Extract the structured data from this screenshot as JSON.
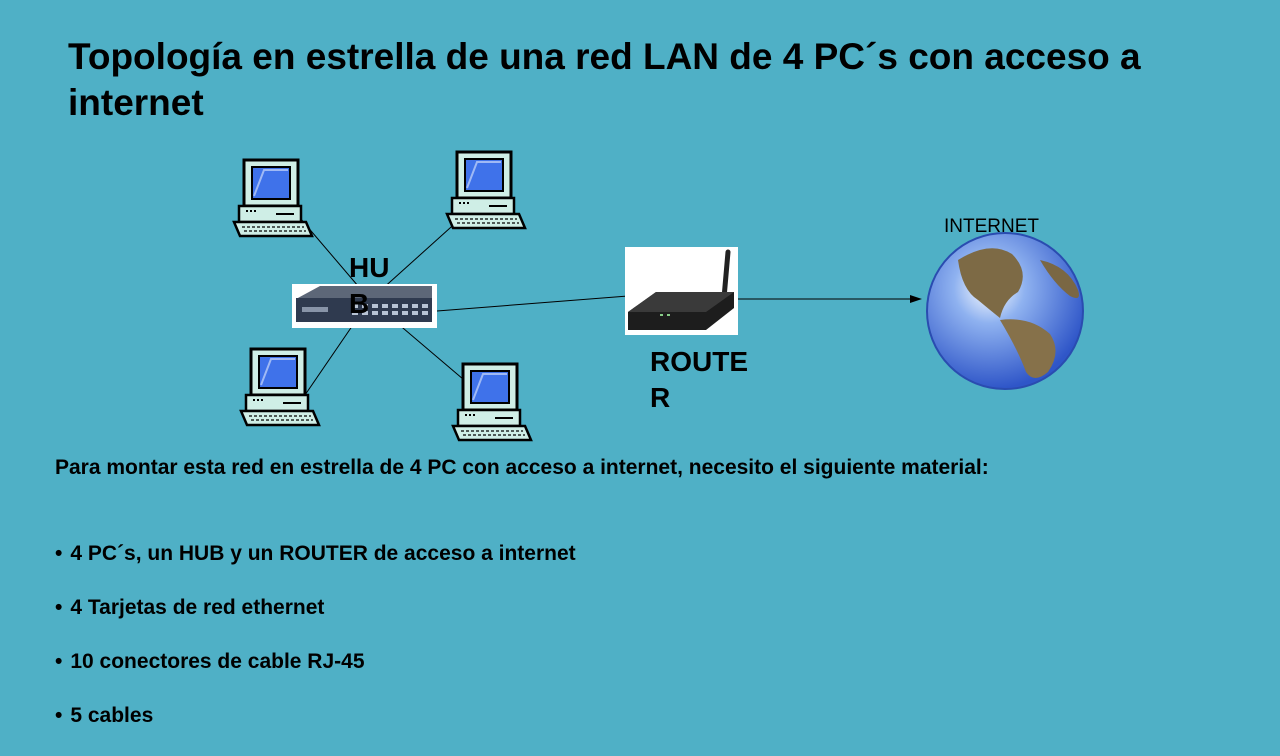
{
  "title": "Topología en estrella de una red LAN de 4 PC´s con acceso a internet",
  "diagram": {
    "hub_label": "HUB",
    "router_label": "ROUTER",
    "internet_label": "INTERNET",
    "icons": [
      "computer-icon",
      "hub-icon",
      "router-icon",
      "globe-icon"
    ]
  },
  "body": {
    "intro": "Para montar esta red en estrella de 4 PC con acceso a internet, necesito el siguiente material:",
    "bullet": "•",
    "items": [
      "4 PC´s, un HUB y un ROUTER de acceso a internet",
      "4 Tarjetas de red ethernet",
      "10 conectores de cable RJ-45",
      "5 cables"
    ]
  }
}
